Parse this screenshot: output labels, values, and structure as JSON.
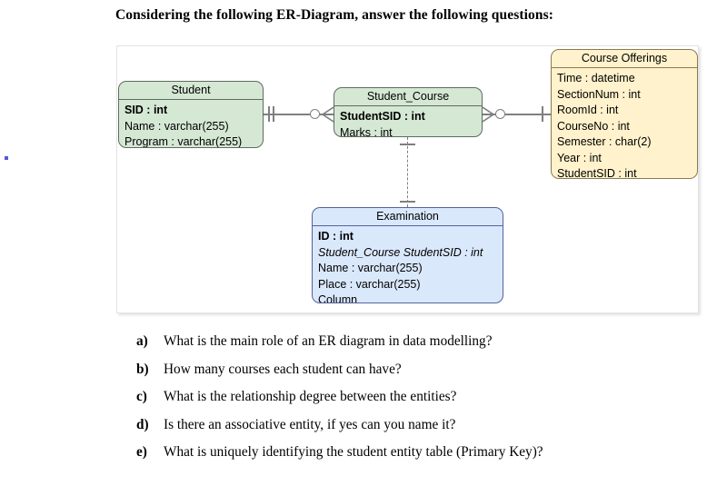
{
  "page_title": "Considering the following ER-Diagram, answer the following questions:",
  "colors": {
    "entity_green_fill": "#d5e8d4",
    "entity_green_stroke": "#5e6b5e",
    "entity_blue_fill": "#dae8fc",
    "entity_blue_stroke": "#53639b",
    "entity_tan_fill": "#fff2cc",
    "entity_tan_stroke": "#8a7a52",
    "connector": "#7f7f7f",
    "canvas_border": "#e3e3e3"
  },
  "diagram": {
    "entities": [
      {
        "id": "student",
        "title": "Student",
        "theme": "green",
        "attributes": [
          {
            "text": "SID : int",
            "kind": "pk"
          },
          {
            "text": "Name : varchar(255)",
            "kind": "plain"
          },
          {
            "text": "Program : varchar(255)",
            "kind": "plain"
          }
        ]
      },
      {
        "id": "student_course",
        "title": "Student_Course",
        "theme": "green",
        "attributes": [
          {
            "text": "StudentSID : int",
            "kind": "pk"
          },
          {
            "text": "Marks : int",
            "kind": "plain"
          }
        ]
      },
      {
        "id": "course_offerings",
        "title": "Course Offerings",
        "theme": "tan",
        "attributes": [
          {
            "text": "Time : datetime",
            "kind": "plain"
          },
          {
            "text": "SectionNum : int",
            "kind": "plain"
          },
          {
            "text": "RoomId : int",
            "kind": "plain"
          },
          {
            "text": "CourseNo : int",
            "kind": "plain"
          },
          {
            "text": "Semester : char(2)",
            "kind": "plain"
          },
          {
            "text": "Year : int",
            "kind": "plain"
          },
          {
            "text": "StudentSID : int",
            "kind": "plain"
          }
        ]
      },
      {
        "id": "examination",
        "title": "Examination",
        "theme": "blue",
        "attributes": [
          {
            "text": "ID : int",
            "kind": "pk"
          },
          {
            "text": "Student_Course StudentSID : int",
            "kind": "fk"
          },
          {
            "text": "Name : varchar(255)",
            "kind": "plain"
          },
          {
            "text": "Place : varchar(255)",
            "kind": "plain"
          },
          {
            "text": "Column",
            "kind": "plain"
          }
        ]
      }
    ],
    "relationships": [
      {
        "id": "student-to-student-course",
        "from": "student",
        "to": "student_course",
        "from_notation": "one-and-only-one",
        "to_notation": "zero-or-many",
        "line_style": "solid"
      },
      {
        "id": "student-course-to-course-offerings",
        "from": "student_course",
        "to": "course_offerings",
        "from_notation": "zero-or-many",
        "to_notation": "one",
        "line_style": "solid"
      },
      {
        "id": "student-course-to-examination",
        "from": "student_course",
        "to": "examination",
        "from_notation": "one",
        "to_notation": "one",
        "line_style": "dashed"
      }
    ]
  },
  "questions": [
    {
      "label": "a)",
      "text": "What is the main role of an ER diagram in data modelling?"
    },
    {
      "label": "b)",
      "text": "How many courses each student can have?"
    },
    {
      "label": "c)",
      "text": "What is the relationship degree between the entities?"
    },
    {
      "label": "d)",
      "text": "Is there an associative entity, if yes can you name it?"
    },
    {
      "label": "e)",
      "text": "What is uniquely identifying the student entity table (Primary Key)?"
    }
  ]
}
